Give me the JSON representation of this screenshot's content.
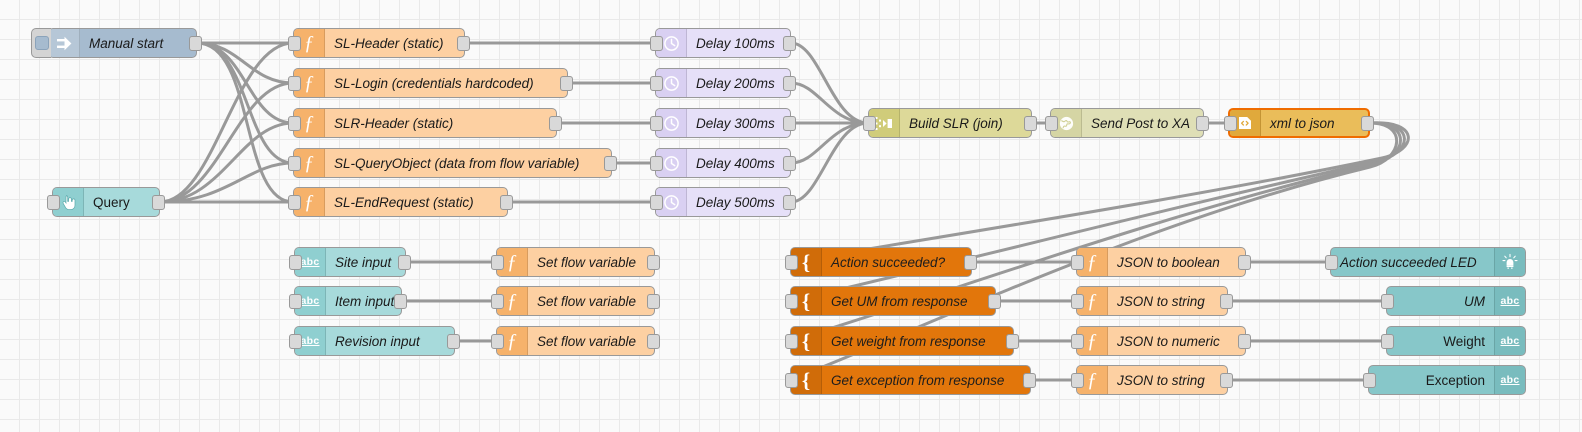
{
  "app": {
    "name": "Node-RED flow editor",
    "canvas_background": "#fafafa",
    "grid_color": "#e9e9e9",
    "wire_color": "#999999"
  },
  "palette": {
    "inject": "#a6bbcf",
    "function": "#fdd0a2",
    "delay": "#e6e0f8",
    "join": "#ddd999",
    "http_request": "#dfdfb6",
    "xml": "#eabd5a",
    "xml_selected_border": "#ef6c00",
    "change": "#e2760b",
    "teal_out": "#87c7c9",
    "teal_in": "#a7dadb"
  },
  "nodes": {
    "manual_start": {
      "label": "Manual start",
      "icon": "inject-arrow-icon"
    },
    "query": {
      "label": "Query",
      "icon": "pointer-hand-icon"
    },
    "sl_header": {
      "label": "SL-Header (static)",
      "icon": "function-icon"
    },
    "sl_login": {
      "label": "SL-Login (credentials hardcoded)",
      "icon": "function-icon"
    },
    "slr_header": {
      "label": "SLR-Header (static)",
      "icon": "function-icon"
    },
    "sl_queryobject": {
      "label": "SL-QueryObject (data from flow variable)",
      "icon": "function-icon"
    },
    "sl_endrequest": {
      "label": "SL-EndRequest (static)",
      "icon": "function-icon"
    },
    "delay_100": {
      "label": "Delay 100ms",
      "icon": "clock-icon"
    },
    "delay_200": {
      "label": "Delay 200ms",
      "icon": "clock-icon"
    },
    "delay_300": {
      "label": "Delay 300ms",
      "icon": "clock-icon"
    },
    "delay_400": {
      "label": "Delay 400ms",
      "icon": "clock-icon"
    },
    "delay_500": {
      "label": "Delay 500ms",
      "icon": "clock-icon"
    },
    "build_slr": {
      "label": "Build SLR (join)",
      "icon": "join-icon"
    },
    "send_post": {
      "label": "Send Post to XA",
      "icon": "globe-icon"
    },
    "xml_to_json": {
      "label": "xml to json",
      "icon": "angle-brackets-icon"
    },
    "site_input": {
      "label": "Site input",
      "icon": "abc-icon"
    },
    "item_input": {
      "label": "Item input",
      "icon": "abc-icon"
    },
    "revision_input": {
      "label": "Revision input",
      "icon": "abc-icon"
    },
    "set_flow_1": {
      "label": "Set flow variable",
      "icon": "function-icon"
    },
    "set_flow_2": {
      "label": "Set flow variable",
      "icon": "function-icon"
    },
    "set_flow_3": {
      "label": "Set flow variable",
      "icon": "function-icon"
    },
    "action_succeeded_q": {
      "label": "Action succeeded?",
      "icon": "brace-icon"
    },
    "get_um": {
      "label": "Get UM from response",
      "icon": "brace-icon"
    },
    "get_weight": {
      "label": "Get weight from response",
      "icon": "brace-icon"
    },
    "get_exception": {
      "label": "Get exception from response",
      "icon": "brace-icon"
    },
    "json_to_boolean": {
      "label": "JSON to boolean",
      "icon": "function-icon"
    },
    "json_to_string_1": {
      "label": "JSON to string",
      "icon": "function-icon"
    },
    "json_to_numeric": {
      "label": "JSON to numeric",
      "icon": "function-icon"
    },
    "json_to_string_2": {
      "label": "JSON to string",
      "icon": "function-icon"
    },
    "action_led": {
      "label": "Action succeeded LED",
      "icon": "led-icon"
    },
    "um_out": {
      "label": "UM",
      "icon": "abc-icon"
    },
    "weight_out": {
      "label": "Weight",
      "icon": "abc-icon"
    },
    "exception_out": {
      "label": "Exception",
      "icon": "abc-icon"
    }
  }
}
